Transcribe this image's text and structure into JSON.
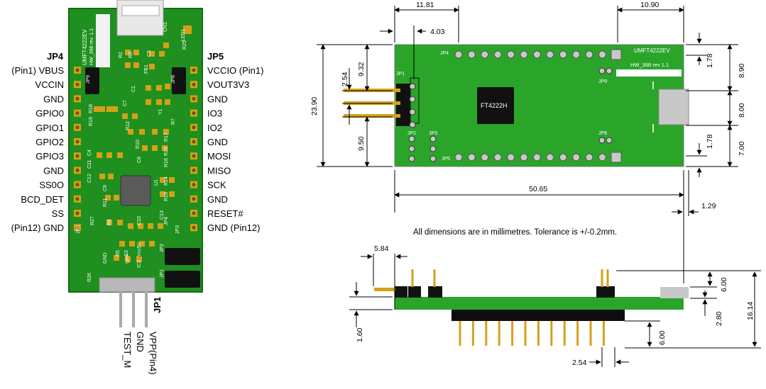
{
  "left_board": {
    "jp4_title": "JP4",
    "jp5_title": "JP5",
    "jp1_title": "JP1",
    "jp4_pins": [
      "(Pin1) VBUS",
      "VCCIN",
      "GND",
      "GPIO0",
      "GPIO1",
      "GPIO2",
      "GPIO3",
      "GND",
      "SS0O",
      "BCD_DET",
      "SS",
      "(Pin12) GND"
    ],
    "jp5_pins": [
      "VCCIO (Pin1)",
      "VOUT3V3",
      "GND",
      "IO3",
      "IO2",
      "GND",
      "MOSI",
      "MISO",
      "SCK",
      "GND",
      "RESET#",
      "GND (Pin12)"
    ],
    "jp1_pins": [
      "TEST_M",
      "GND",
      "VPP(Pin4)"
    ],
    "silkscreen": {
      "board_name": "UMFT4222EV",
      "revision": "HW_368 rev. 1.1",
      "labels": [
        "CN1",
        "LED1",
        "R25",
        "R2",
        "R3",
        "C5",
        "JP9",
        "JP8",
        "FB1",
        "R7",
        "C1",
        "C7",
        "R18",
        "R19",
        "Y1",
        "R12",
        "R17",
        "R10",
        "R15",
        "R16",
        "C8",
        "C4",
        "C11",
        "C12",
        "C9",
        "U1",
        "R14",
        "R13",
        "R11",
        "C13",
        "R27",
        "R4",
        "C10",
        "JP4",
        "JP6",
        "JP3",
        "JP2",
        "JP1",
        "R26",
        "R5",
        "C3",
        "Vcc5V",
        "GND",
        "VPP",
        "IC3"
      ]
    }
  },
  "right_drawing": {
    "board_label": "UMFT4222EV",
    "board_rev": "HW_368 rev 1.1",
    "chip_label": "FT4222H",
    "connector_labels": [
      "JP4",
      "JP5",
      "JP1",
      "JP2",
      "JP3",
      "JP8",
      "JP9"
    ],
    "note": "All dimensions are in millimetres. Tolerance is +/-0.2mm.",
    "dimensions": [
      "11.81",
      "10.90",
      "4.03",
      "23.90",
      "2.54",
      "9.32",
      "9.50",
      "1.78",
      "8.90",
      "8.00",
      "7.00",
      "1.78",
      "50.65",
      "1.29",
      "5.84",
      "1.60",
      "6.00",
      "2.80",
      "16.14",
      "6.00",
      "2.54"
    ]
  },
  "colors": {
    "pcb_green": "#1f8f1f",
    "pcb_light": "#2aa52a",
    "chip_black": "#111111",
    "header_black": "#0d0d0d",
    "gold": "#d6a21a",
    "silver": "#c8c8c8",
    "pad": "#d4a017"
  }
}
